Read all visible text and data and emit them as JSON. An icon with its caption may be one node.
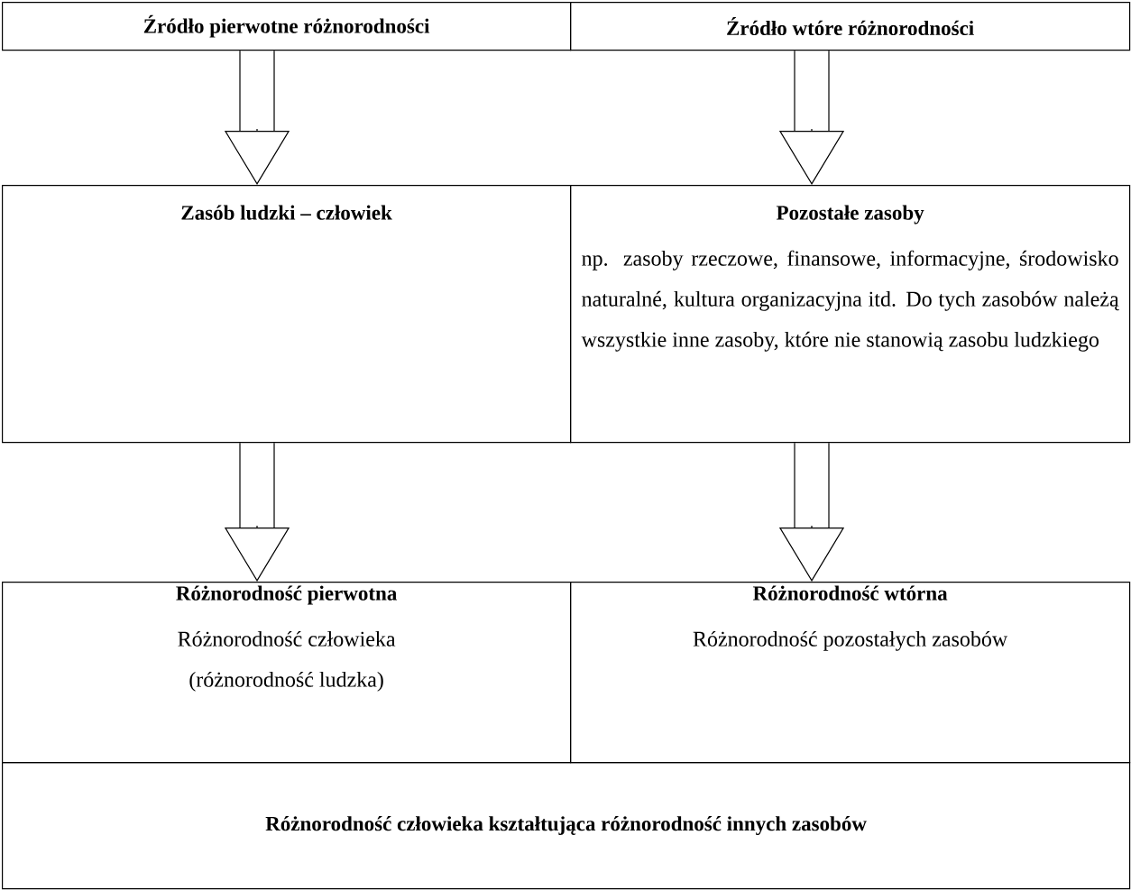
{
  "diagram": {
    "nodes": [
      {
        "text": [
          "Źródło pierwotne różnorodności"
        ]
      },
      {
        "text": [
          "Źródło wtóre różnorodności"
        ]
      },
      {
        "text": [
          "Zasób ludzki – człowiek"
        ]
      },
      {
        "text": [
          "Pozostałe zasoby",
          "np. zasoby rzeczowe, finansowe, informacyjne, środowisko naturalné, kultura organizacyjna itd. Do tych zasobów należą wszystkie inne zasoby, które nie stanowią zasobu ludzkiego"
        ]
      },
      {
        "text": [
          "Różnorodność pierwotna",
          "Różnorodność człowieka (różnorodność ludzka)"
        ]
      },
      {
        "text": [
          "Różnorodność wtórna",
          "Różnorodność pozostałych zasobów"
        ]
      },
      {
        "text": [
          "Różnorodność człowieka kształtująca różnorodność innych zasobów"
        ]
      }
    ],
    "edges": [
      {
        "from": 0,
        "to": 2,
        "arrow": "to"
      },
      {
        "from": 1,
        "to": 3,
        "arrow": "to"
      },
      {
        "from": 2,
        "to": 4,
        "arrow": "to"
      },
      {
        "from": 3,
        "to": 5,
        "arrow": "to"
      }
    ]
  }
}
